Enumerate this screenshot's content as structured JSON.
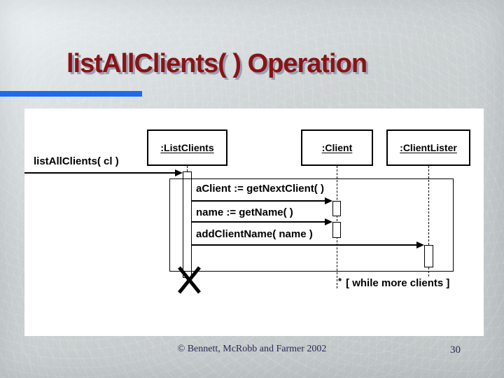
{
  "header": {
    "title": "listAllClients( ) Operation"
  },
  "diagram": {
    "type": "uml-sequence-diagram",
    "objects": [
      {
        "label": ":ListClients"
      },
      {
        "label": ":Client"
      },
      {
        "label": ":ClientLister"
      }
    ],
    "incoming_message": {
      "label": "listAllClients( cl )"
    },
    "messages": [
      {
        "label": "aClient := getNextClient( )",
        "from": ":ListClients",
        "to": ":Client"
      },
      {
        "label": "name := getName( )",
        "from": ":ListClients",
        "to": ":Client"
      },
      {
        "label": "addClientName( name )",
        "from": ":ListClients",
        "to": ":ClientLister"
      }
    ],
    "iteration": {
      "marker": "*",
      "condition": "[ while more clients ]"
    }
  },
  "footer": {
    "credit": "© Bennett, McRobb and Farmer 2002",
    "page_number": "30"
  },
  "colors": {
    "title_text": "#8d1213",
    "title_shadow": "#93a3b6",
    "accent_bar": "#1b6af0",
    "footer_text": "#2a2a52",
    "panel_bg": "#ffffff",
    "diagram_ink": "#000000"
  }
}
